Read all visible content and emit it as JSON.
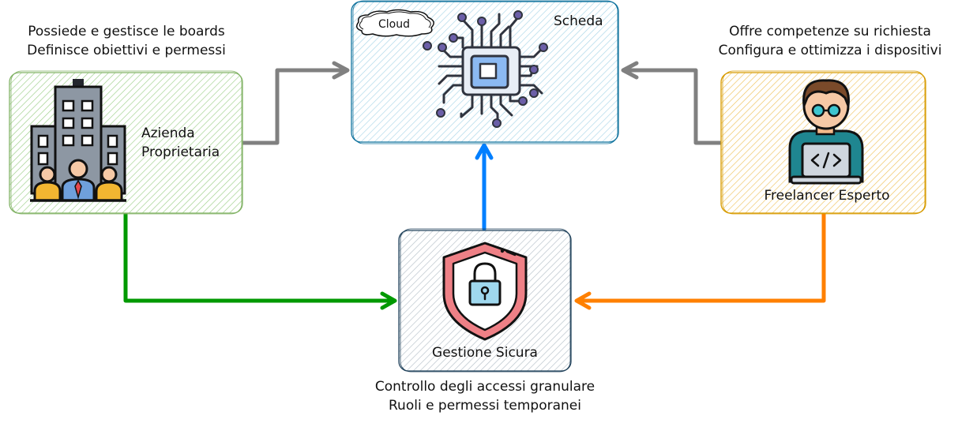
{
  "nodes": {
    "azienda": {
      "label_lines": [
        "Azienda",
        "Proprietaria"
      ],
      "caption_lines": [
        "Possiede e gestisce le boards",
        "Definisce obiettivi e permessi"
      ],
      "icon": "office-building-people-icon",
      "fill": "#d5ecc9",
      "stroke": "#82b366"
    },
    "scheda": {
      "label": "Scheda",
      "cloud_label": "Cloud",
      "icon": "microchip-icon",
      "fill": "#d9edf4",
      "stroke": "#10739e"
    },
    "freelancer": {
      "label": "Freelancer Esperto",
      "caption_lines": [
        "Offre competenze su richiesta",
        "Configura e ottimizza i dispositivi"
      ],
      "icon": "developer-laptop-icon",
      "fill": "#f6dfa8",
      "stroke": "#d79b00"
    },
    "gestione": {
      "label": "Gestione Sicura",
      "caption_lines": [
        "Controllo degli accessi granulare",
        "Ruoli e permessi temporanei"
      ],
      "icon": "security-shield-lock-icon",
      "fill": "#dfe4e8",
      "stroke": "#23445d"
    }
  },
  "edges": [
    {
      "from": "azienda",
      "to": "scheda",
      "color": "#808080"
    },
    {
      "from": "freelancer",
      "to": "scheda",
      "color": "#808080"
    },
    {
      "from": "gestione",
      "to": "scheda",
      "color": "#007fff"
    },
    {
      "from": "azienda",
      "to": "gestione",
      "color": "#009900"
    },
    {
      "from": "freelancer",
      "to": "gestione",
      "color": "#ff8000"
    }
  ]
}
